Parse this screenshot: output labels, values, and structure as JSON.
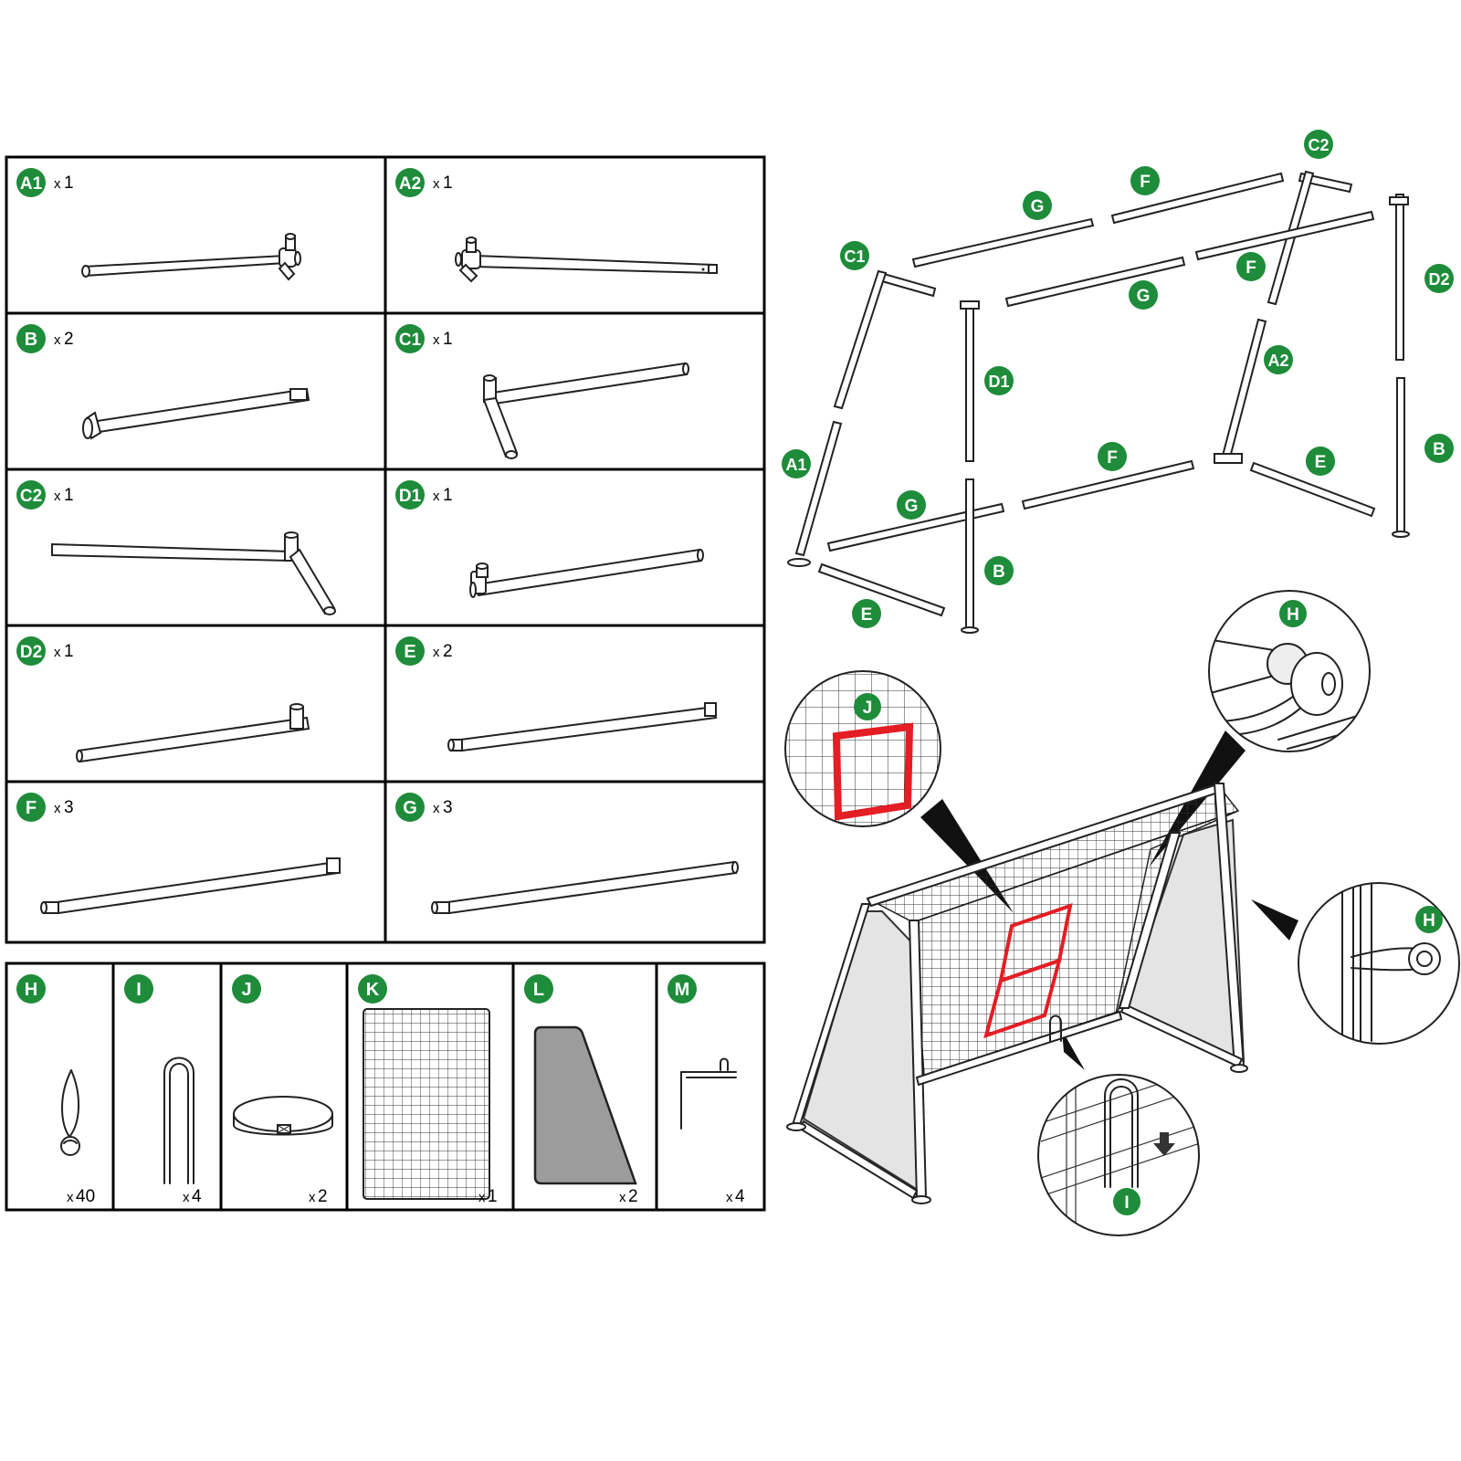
{
  "colors": {
    "badge": "#1e8c3a",
    "accent_red": "#e31e24",
    "line": "#222222",
    "panel_fill": "#e4e4e4"
  },
  "parts_frames": [
    {
      "label": "A1",
      "qty": "1"
    },
    {
      "label": "A2",
      "qty": "1"
    },
    {
      "label": "B",
      "qty": "2"
    },
    {
      "label": "C1",
      "qty": "1"
    },
    {
      "label": "C2",
      "qty": "1"
    },
    {
      "label": "D1",
      "qty": "1"
    },
    {
      "label": "D2",
      "qty": "1"
    },
    {
      "label": "E",
      "qty": "2"
    },
    {
      "label": "F",
      "qty": "3"
    },
    {
      "label": "G",
      "qty": "3"
    }
  ],
  "parts_accessories": [
    {
      "label": "H",
      "qty": "40"
    },
    {
      "label": "I",
      "qty": "4"
    },
    {
      "label": "J",
      "qty": "2"
    },
    {
      "label": "K",
      "qty": "1"
    },
    {
      "label": "L",
      "qty": "2"
    },
    {
      "label": "M",
      "qty": "4"
    }
  ],
  "qty_prefix": "x",
  "exploded_labels": {
    "c2": "C2",
    "f_top": "F",
    "g_top": "G",
    "c1": "C1",
    "d2": "D2",
    "f_mid": "F",
    "g_mid": "G",
    "d1": "D1",
    "a2": "A2",
    "a1": "A1",
    "b_right": "B",
    "f_low": "F",
    "e_right": "E",
    "g_low": "G",
    "b_center": "B",
    "e_left": "E"
  },
  "callout_labels": {
    "h_top": "H",
    "j": "J",
    "h_right": "H",
    "i": "I"
  }
}
